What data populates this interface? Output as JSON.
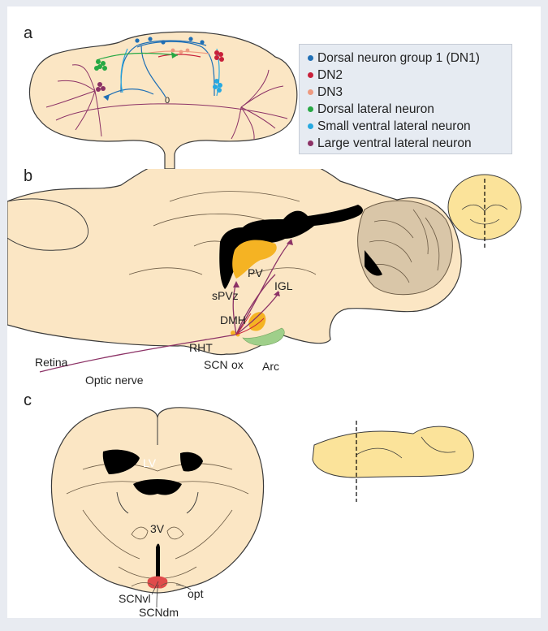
{
  "panels": {
    "a": "a",
    "b": "b",
    "c": "c"
  },
  "legend": [
    {
      "label": "Dorsal neuron group 1 (DN1)",
      "color": "#1f6fb5"
    },
    {
      "label": "DN2",
      "color": "#c8203a"
    },
    {
      "label": "DN3",
      "color": "#ee9a80"
    },
    {
      "label": "Dorsal lateral neuron",
      "color": "#27a844"
    },
    {
      "label": "Small ventral lateral neuron",
      "color": "#27a9e1"
    },
    {
      "label": "Large ventral lateral neuron",
      "color": "#8c3266"
    }
  ],
  "panel_a": {
    "marker": "0"
  },
  "panel_b": {
    "labels": {
      "pv": "PV",
      "spvz": "sPVz",
      "igl": "IGL",
      "dmh": "DMH",
      "rht": "RHT",
      "retina": "Retina",
      "scn": "SCN",
      "ox": "ox",
      "arc": "Arc",
      "optic_nerve": "Optic nerve"
    }
  },
  "panel_c": {
    "labels": {
      "lv": "LV",
      "v3": "3V",
      "scnvl": "SCNvl",
      "scndm": "SCNdm",
      "opt": "opt"
    }
  },
  "colors": {
    "tissue": "#fbe6c4",
    "tissue_dark": "#d9c6a8",
    "outline": "#3a3a3a",
    "pathway": "#8c3266",
    "nucleus": "#f5b323",
    "scn": "#e04b4b",
    "ventricle": "#000000",
    "thumb": "#fbe39a"
  }
}
